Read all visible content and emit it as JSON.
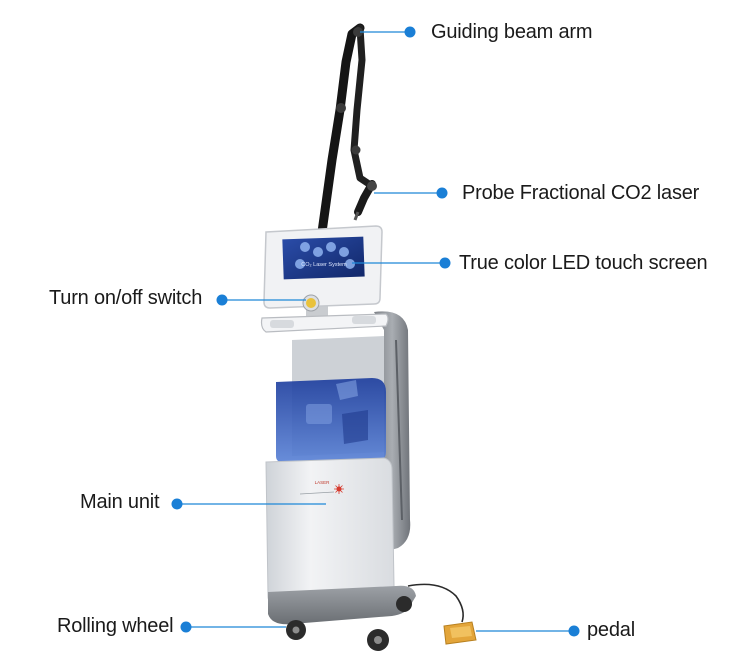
{
  "colors": {
    "callout": "#1e88d8",
    "dot": "#1a7fd6",
    "cabinet": "#e9ebee",
    "frame": "#8d9197",
    "arm": "#1b1b1b",
    "screen": "#2f52b0",
    "glass": "#3a5fc4",
    "pedal": "#e7a93a"
  },
  "labels": {
    "guiding_beam_arm": "Guiding beam arm",
    "probe_fractional_co2_laser": "Probe Fractional CO2 laser",
    "led_touch_screen": "True color LED touch screen",
    "power_switch": "Turn on/off switch",
    "main_unit": "Main unit",
    "rolling_wheel": "Rolling wheel",
    "pedal": "pedal"
  },
  "device": {
    "screen_text": "CO₂ Laser System",
    "panel_text": "LASER"
  },
  "icons": [
    "laser-burst-icon"
  ]
}
